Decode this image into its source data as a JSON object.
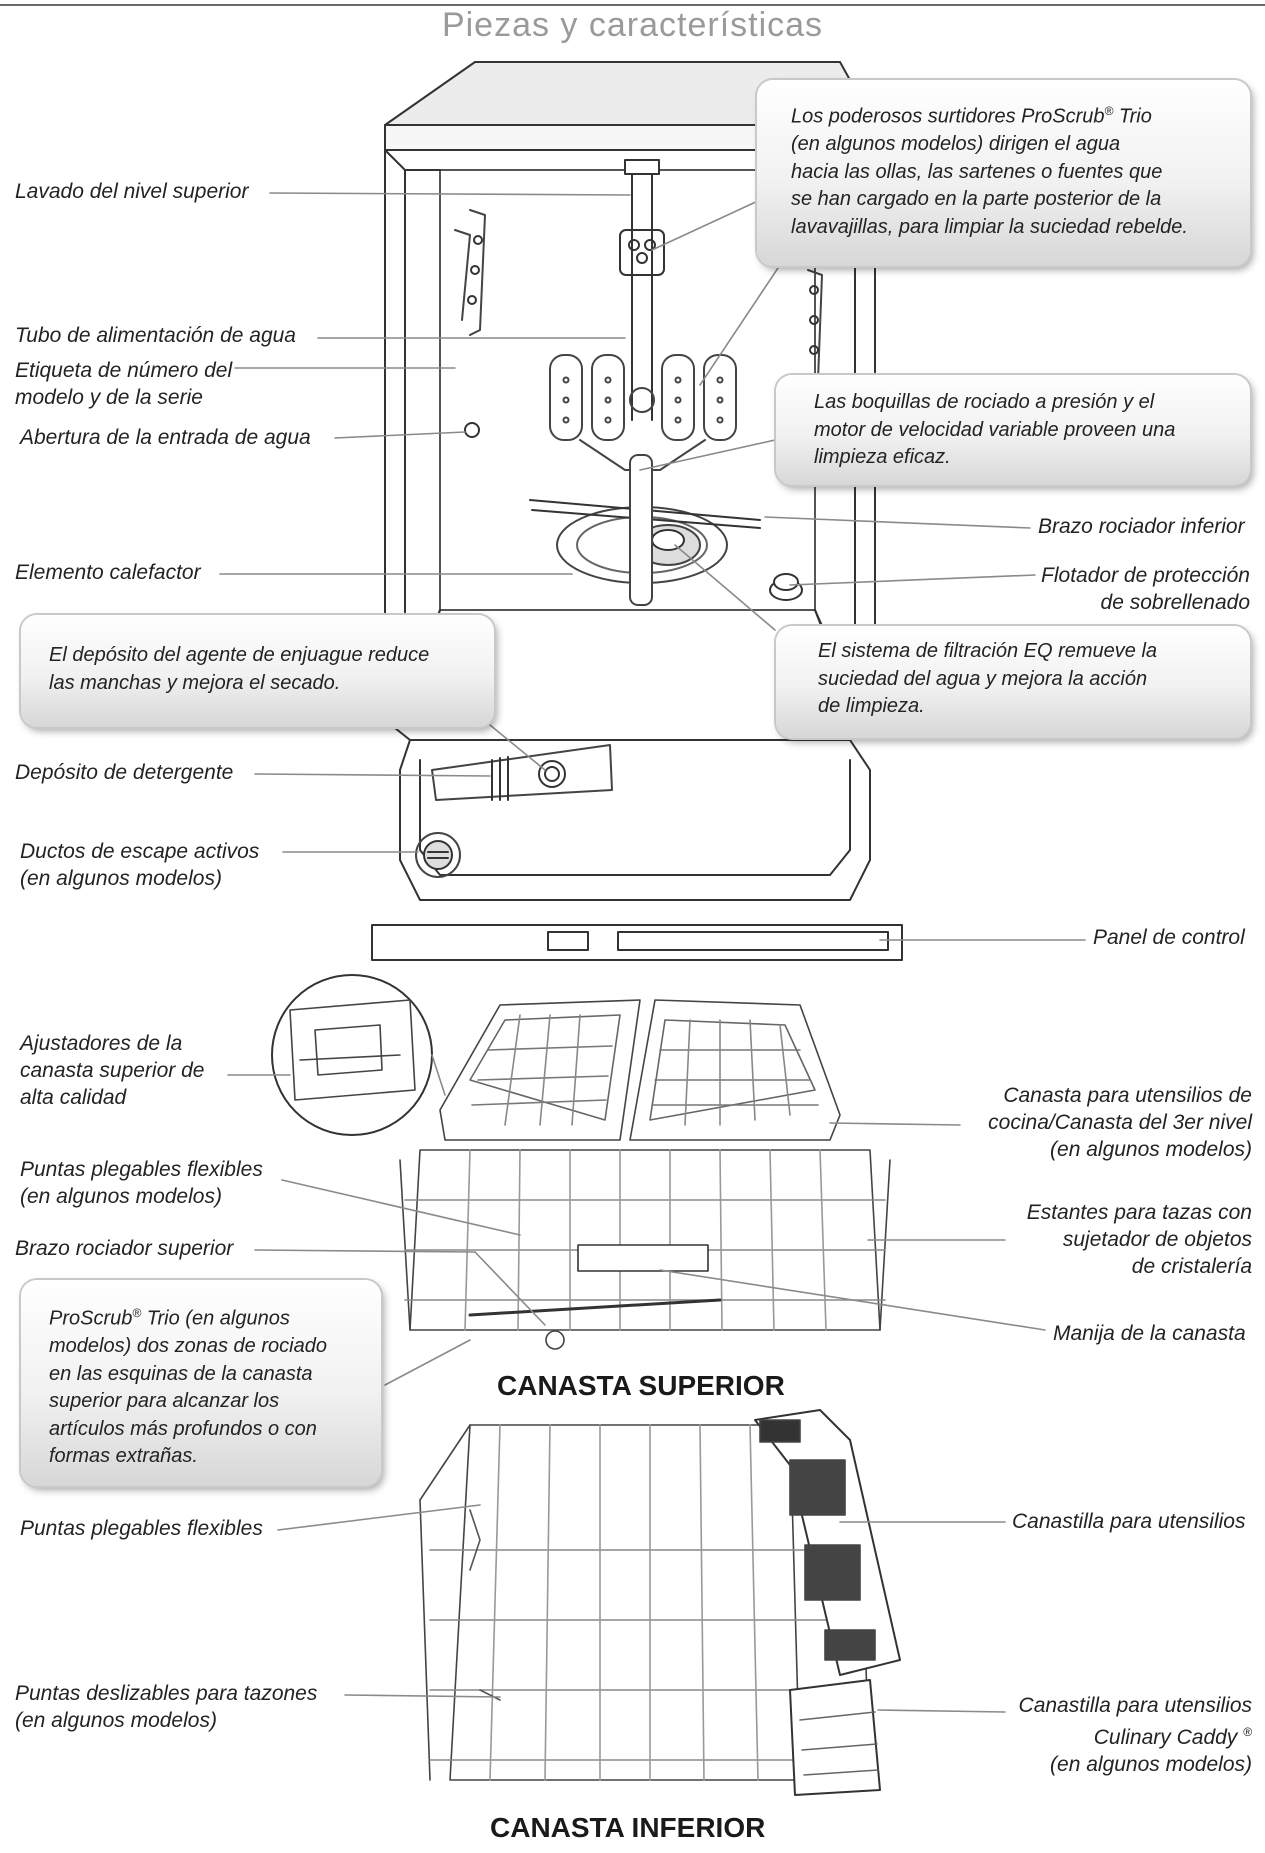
{
  "title": "Piezas y características",
  "labels": {
    "lavado_nivel_superior": "Lavado del nivel superior",
    "tubo_alimentacion": "Tubo de alimentación de agua",
    "etiqueta_numero": [
      "Etiqueta de número del",
      "modelo y de la serie"
    ],
    "abertura_entrada": "Abertura de la entrada de agua",
    "brazo_rociador_inferior": "Brazo rociador inferior",
    "elemento_calefactor": "Elemento calefactor",
    "flotador": [
      "Flotador de protección",
      "de sobrellenado"
    ],
    "deposito_detergente": "Depósito de detergente",
    "ductos_escape": [
      "Ductos de escape activos",
      "(en algunos modelos)"
    ],
    "panel_control": "Panel de control",
    "ajustadores": [
      "Ajustadores de la",
      "canasta superior de",
      "alta calidad"
    ],
    "canasta_utensilios_cocina": [
      "Canasta para utensilios de",
      "cocina/Canasta del 3er nivel",
      "(en algunos modelos)"
    ],
    "puntas_plegables_1": [
      "Puntas plegables flexibles",
      "(en algunos modelos)"
    ],
    "estantes_tazas": [
      "Estantes para tazas con",
      "sujetador de objetos",
      "de cristalería"
    ],
    "brazo_rociador_superior": "Brazo rociador superior",
    "manija_canasta": "Manija de la canasta",
    "puntas_plegables_2": "Puntas plegables flexibles",
    "canastilla_utensilios": "Canastilla para utensilios",
    "puntas_deslizables": [
      "Puntas deslizables para tazones",
      "(en algunos modelos)"
    ],
    "culinary_caddy": {
      "line1": "Canastilla para utensilios",
      "line2": "Culinary Caddy",
      "line2_mark": "®",
      "line3": "(en algunos modelos)"
    }
  },
  "callouts": {
    "proscrub_surtidores": {
      "line1_pre": "Los poderosos surtidores ProScrub",
      "mark": "®",
      "line1_post": " Trio",
      "lines": [
        "(en algunos modelos) dirigen el agua",
        "hacia las ollas, las sartenes o fuentes que",
        "se han cargado en la parte posterior de la",
        "lavavajillas, para limpiar la suciedad rebelde."
      ]
    },
    "boquillas": [
      "Las boquillas de rociado a presión y el",
      "motor de velocidad variable proveen una",
      "limpieza eficaz."
    ],
    "deposito_enjuague": [
      "El depósito del agente de enjuague reduce",
      "las manchas y mejora el secado."
    ],
    "filtracion_eq": [
      "El sistema de filtración EQ remueve la",
      "suciedad del agua y mejora la acción",
      "de limpieza."
    ],
    "proscrub_zonas": {
      "line1_pre": "ProScrub",
      "mark": "®",
      "line1_post": " Trio (en algunos",
      "lines": [
        "modelos) dos zonas de rociado",
        "en las esquinas de la canasta",
        "superior para alcanzar los",
        "artículos más profundos o con",
        "formas extrañas."
      ]
    }
  },
  "sections": {
    "canasta_superior": "CANASTA SUPERIOR",
    "canasta_inferior": "CANASTA INFERIOR"
  }
}
